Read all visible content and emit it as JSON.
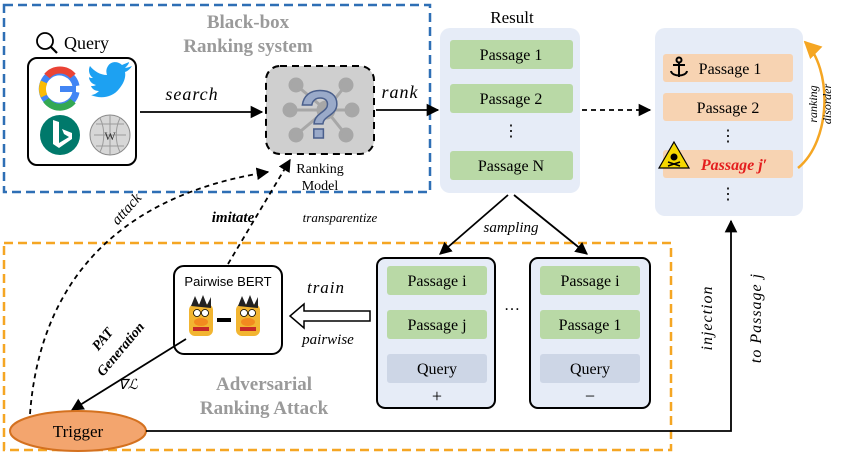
{
  "blackbox": {
    "title_line1": "Black-box",
    "title_line2": "Ranking system",
    "query_label": "Query",
    "search_label": "search",
    "rank_label": "rank",
    "model_label_line1": "Ranking",
    "model_label_line2": "Model",
    "question_mark": "?"
  },
  "result": {
    "title": "Result",
    "passages": [
      "Passage 1",
      "Passage 2",
      "⋮",
      "Passage N"
    ]
  },
  "ranked": {
    "passages": [
      "Passage 1",
      "Passage 2",
      "⋮",
      "Passage j′",
      "⋮"
    ],
    "disorder_line1": "ranking",
    "disorder_line2": "disorder"
  },
  "attack": {
    "title_line1": "Adversarial",
    "title_line2": "Ranking Attack",
    "attack_label": "attack",
    "imitate_label": "imitate",
    "transparentize_label": "transparentize",
    "sampling_label": "sampling",
    "train_label": "train",
    "pairwise_label": "pairwise",
    "pairwise_bert_label": "Pairwise BERT",
    "pat_line1": "PAT",
    "pat_line2": "Generation",
    "gradient_label": "∇ℒ",
    "trigger_label": "Trigger",
    "injection_label": "injection",
    "to_passage_label": "to Passage j",
    "ellipsis": "…"
  },
  "pos_pair": {
    "passages": [
      "Passage i",
      "Passage j"
    ],
    "query": "Query",
    "sign": "+"
  },
  "neg_pair": {
    "passages": [
      "Passage i",
      "Passage 1"
    ],
    "query": "Query",
    "sign": "−"
  },
  "colors": {
    "blue_dash": "#2e6fb5",
    "orange_dash": "#f5a623",
    "green_box": "#b9d9a6",
    "peach_box": "#f7d3b2",
    "panel_bg": "#e6ecf7",
    "query_box": "#cdd6e6",
    "trigger_fill": "#f3a56e",
    "red_text": "#e41e1e"
  }
}
